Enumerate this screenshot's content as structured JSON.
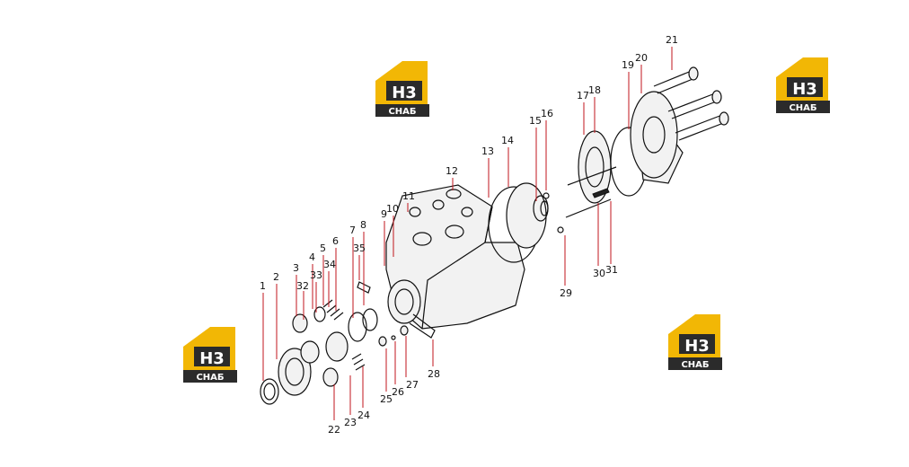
{
  "logo": {
    "letters": "H3",
    "caption": "СНАБ",
    "colors": {
      "yellow": "#f2b705",
      "dark": "#2b2b2b",
      "text": "#ffffff"
    }
  },
  "callouts": [
    "1",
    "2",
    "3",
    "4",
    "5",
    "6",
    "7",
    "8",
    "9",
    "10",
    "11",
    "12",
    "13",
    "14",
    "15",
    "16",
    "17",
    "18",
    "19",
    "20",
    "21",
    "22",
    "23",
    "24",
    "25",
    "26",
    "27",
    "28",
    "29",
    "30",
    "31",
    "32",
    "33",
    "34",
    "35"
  ],
  "colors": {
    "leader": "#c0151c",
    "line": "#111111"
  }
}
